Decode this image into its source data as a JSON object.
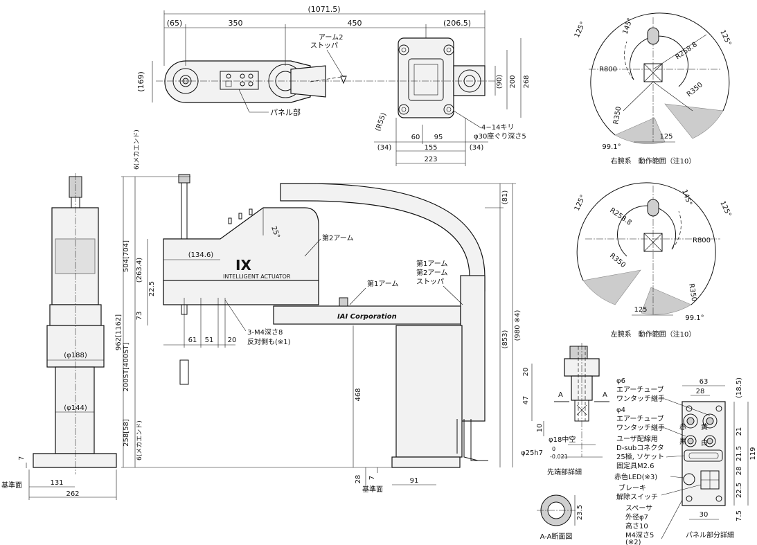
{
  "top_view": {
    "total": "(1071.5)",
    "left_overhang": "(65)",
    "arm2_length": "350",
    "arm1_length": "450",
    "base_to_end": "(206.5)",
    "arm2_stopper": "アーム2",
    "arm2_stopper_2": "ストッパ",
    "height_169": "(169)",
    "panel_label": "パネル部",
    "d90": "(90)",
    "d200": "200",
    "d268": "268",
    "r55": "(R55)",
    "holes1": "4−14キリ",
    "holes2": "φ30座ぐり深さ5",
    "d60": "60",
    "d95": "95",
    "d34a": "(34)",
    "d155": "155",
    "d34b": "(34)",
    "d223": "223"
  },
  "range_right": {
    "a145": "145°",
    "a125a": "125°",
    "a125b": "125°",
    "r258": "R258.8",
    "r800": "R800",
    "r350a": "R350",
    "r350b": "R350",
    "d125": "125",
    "a991": "99.1°",
    "caption": "右腕系　動作範囲（注10）"
  },
  "range_left": {
    "a145": "145°",
    "a125a": "125°",
    "a125b": "125°",
    "r258": "R258.8",
    "r800": "R800",
    "r350a": "R350",
    "r350b": "R350",
    "d125": "125",
    "a991": "99.1°",
    "caption": "左腕系　動作範囲（注10）"
  },
  "side_view": {
    "mech_end_top": "6(メカエンド)",
    "d25deg": "25°",
    "d134": "(134.6)",
    "d263": "(263.4)",
    "d504": "504[704]",
    "d22_5": "22.5",
    "d73": "73",
    "d962": "962[1162]",
    "d200st": "200ST[400ST]",
    "d258": "258[58]",
    "mech_end_bot": "6(メカエンド)",
    "d61": "61",
    "d51": "51",
    "d20": "20",
    "tap1": "3-M4深さ8",
    "tap2": "反対側も(※1)",
    "arm2_label": "第2アーム",
    "arm1_label": "第1アーム",
    "stop1": "第1アーム",
    "stop2": "第2アーム",
    "stop3": "ストッパ",
    "logo": "IX",
    "logo_sub": "INTELLIGENT ACTUATOR",
    "corp": "IAI Corporation",
    "d81": "(81)",
    "d853": "(853)",
    "d980": "(980 ※4)",
    "d468": "468",
    "d28": "28",
    "d7b": "7",
    "d91": "91",
    "base_ref": "基準面"
  },
  "front_view": {
    "d188": "(φ188)",
    "d144": "(φ144)",
    "d7": "7",
    "d131": "131",
    "d262": "262",
    "base_ref": "基準面"
  },
  "tip_detail": {
    "d20": "20",
    "d47": "47",
    "d10": "10",
    "secA": "A",
    "secA2": "A",
    "hollow": "φ18中空",
    "shaft": "φ25h7",
    "tol_hi": "0",
    "tol_lo": "-0.021",
    "caption": "先端部詳細"
  },
  "aa_section": {
    "d23_5": "23.5",
    "caption": "A-A断面図"
  },
  "panel_detail": {
    "tube6a": "φ6",
    "tube6b": "エアーチューブ",
    "tube6c": "ワンタッチ継手",
    "tube4a": "φ4",
    "tube4b": "エアーチューブ",
    "tube4c": "ワンタッチ継手",
    "dsub1": "ユーザ配線用",
    "dsub2": "D-subコネクタ",
    "dsub3": "25極, ソケット",
    "dsub4": "固定具M2.6",
    "led": "赤色LED(※3)",
    "brake1": "ブレーキ",
    "brake2": "解除スイッチ",
    "spacer1": "スペーサ",
    "spacer2": "外径φ7",
    "spacer3": "高さ10",
    "spacer4": "M4深さ5",
    "spacer5": "(※2)",
    "red": "赤",
    "black": "黒",
    "yellow": "黄",
    "white": "白",
    "d63": "63",
    "d28": "28",
    "d18_5": "(18.5)",
    "d21": "21",
    "d21_5": "21.5",
    "d28b": "28",
    "d22_5": "22.5",
    "d7_5": "7.5",
    "d119": "119",
    "d30": "30",
    "caption": "パネル部分詳細"
  }
}
